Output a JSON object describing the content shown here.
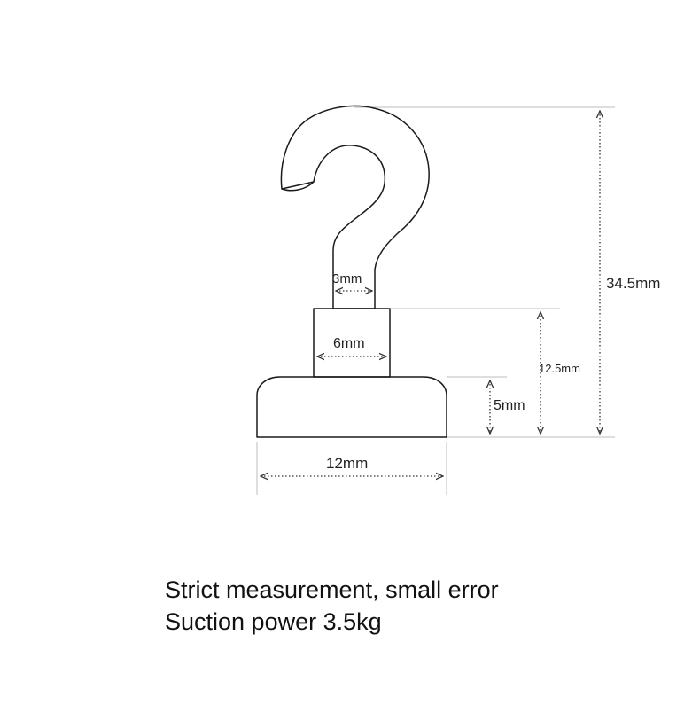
{
  "diagram": {
    "labels": {
      "total_height": "34.5mm",
      "hook_wire": "3mm",
      "neck_width": "6mm",
      "neck_height": "12.5mm",
      "base_height": "5mm",
      "base_diameter": "12mm"
    },
    "colors": {
      "outline": "#1a1a1a",
      "dimension": "#333333",
      "extension": "#bdbdbd"
    }
  },
  "caption": {
    "line1": "Strict measurement, small error",
    "line2": "Suction power 3.5kg"
  }
}
